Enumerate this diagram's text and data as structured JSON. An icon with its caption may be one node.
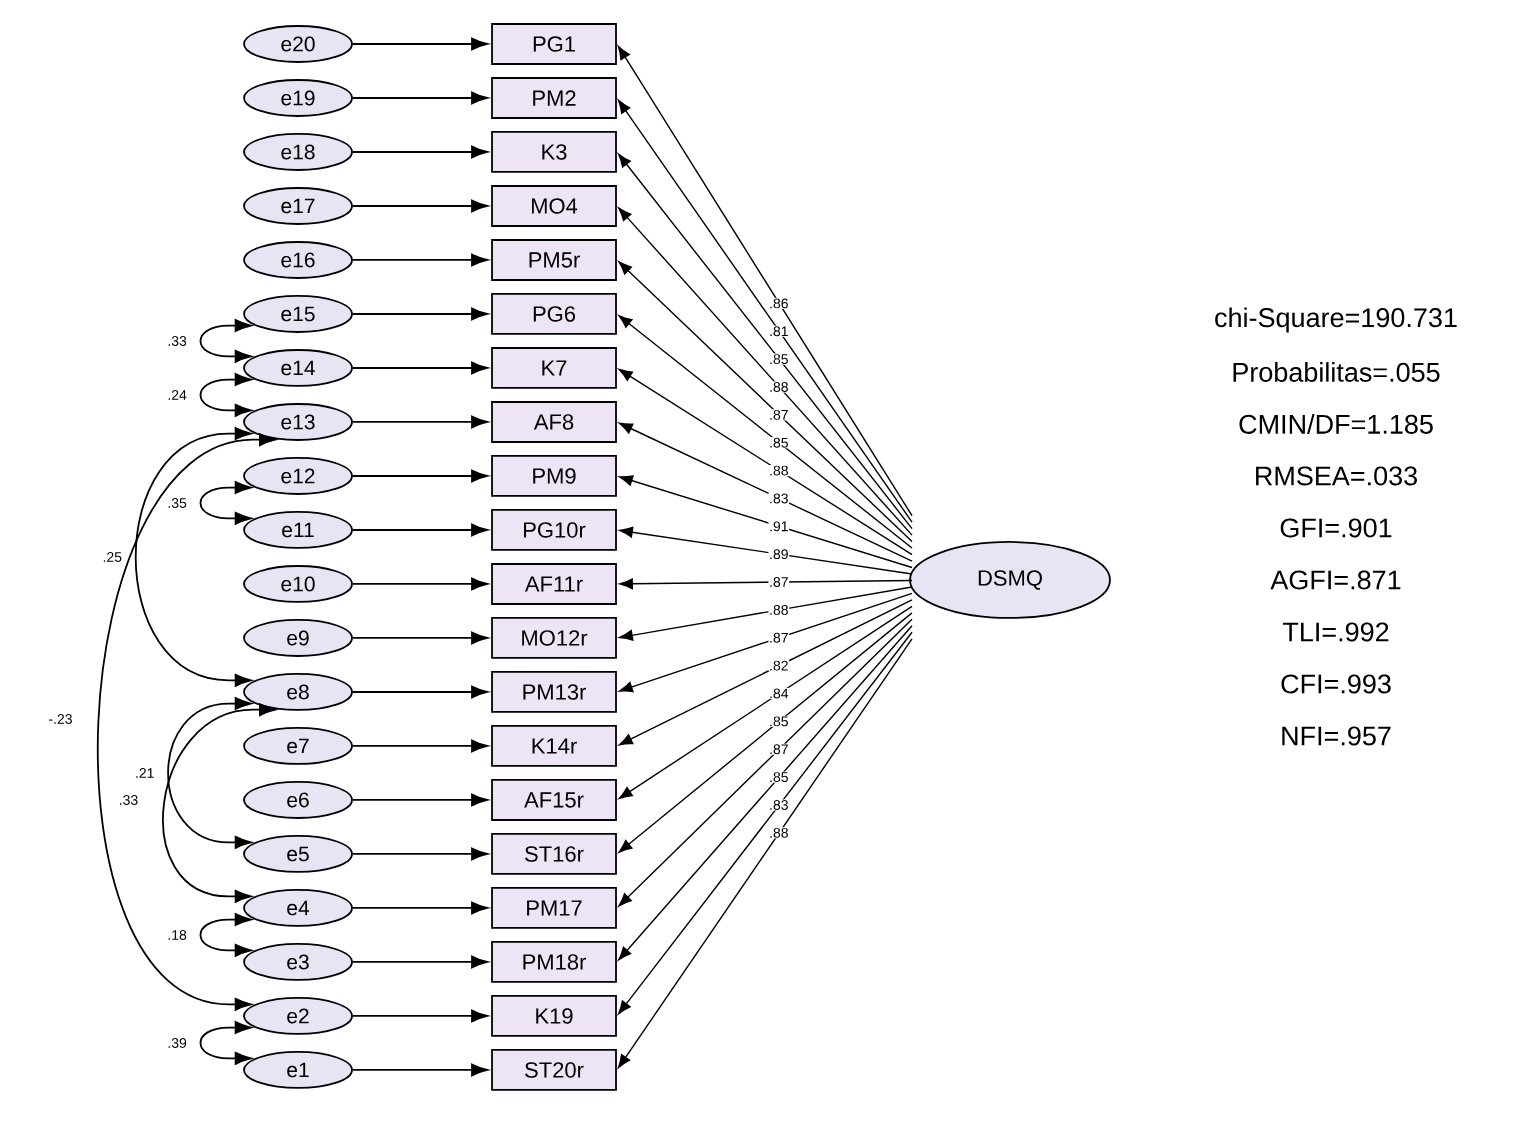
{
  "diagram": {
    "nodes": [
      {
        "text": [
          "PG1"
        ]
      },
      {
        "text": [
          "PM2"
        ]
      },
      {
        "text": [
          "K3"
        ]
      },
      {
        "text": [
          "MO4"
        ]
      },
      {
        "text": [
          "PM5r"
        ]
      },
      {
        "text": [
          "PG6"
        ]
      },
      {
        "text": [
          "K7"
        ]
      },
      {
        "text": [
          "AF8"
        ]
      },
      {
        "text": [
          "PM9"
        ]
      },
      {
        "text": [
          "PG10r"
        ]
      },
      {
        "text": [
          "AF11r"
        ]
      },
      {
        "text": [
          "MO12r"
        ]
      },
      {
        "text": [
          "PM13r"
        ]
      },
      {
        "text": [
          "K14r"
        ]
      },
      {
        "text": [
          "AF15r"
        ]
      },
      {
        "text": [
          "ST16r"
        ]
      },
      {
        "text": [
          "PM17"
        ]
      },
      {
        "text": [
          "PM18r"
        ]
      },
      {
        "text": [
          "K19"
        ]
      },
      {
        "text": [
          "ST20r"
        ]
      },
      {
        "text": [
          "e20"
        ]
      },
      {
        "text": [
          "e19"
        ]
      },
      {
        "text": [
          "e18"
        ]
      },
      {
        "text": [
          "e17"
        ]
      },
      {
        "text": [
          "e16"
        ]
      },
      {
        "text": [
          "e15"
        ]
      },
      {
        "text": [
          "e14"
        ]
      },
      {
        "text": [
          "e13"
        ]
      },
      {
        "text": [
          "e12"
        ]
      },
      {
        "text": [
          "e11"
        ]
      },
      {
        "text": [
          "e10"
        ]
      },
      {
        "text": [
          "e9"
        ]
      },
      {
        "text": [
          "e8"
        ]
      },
      {
        "text": [
          "e7"
        ]
      },
      {
        "text": [
          "e6"
        ]
      },
      {
        "text": [
          "e5"
        ]
      },
      {
        "text": [
          "e4"
        ]
      },
      {
        "text": [
          "e3"
        ]
      },
      {
        "text": [
          "e2"
        ]
      },
      {
        "text": [
          "e1"
        ]
      },
      {
        "text": [
          "DSMQ"
        ]
      }
    ],
    "edges": [
      {
        "from": 20,
        "to": 0,
        "arrow": "to"
      },
      {
        "from": 21,
        "to": 1,
        "arrow": "to"
      },
      {
        "from": 22,
        "to": 2,
        "arrow": "to"
      },
      {
        "from": 23,
        "to": 3,
        "arrow": "to"
      },
      {
        "from": 24,
        "to": 4,
        "arrow": "to"
      },
      {
        "from": 25,
        "to": 5,
        "arrow": "to"
      },
      {
        "from": 26,
        "to": 6,
        "arrow": "to"
      },
      {
        "from": 27,
        "to": 7,
        "arrow": "to"
      },
      {
        "from": 28,
        "to": 8,
        "arrow": "to"
      },
      {
        "from": 29,
        "to": 9,
        "arrow": "to"
      },
      {
        "from": 30,
        "to": 10,
        "arrow": "to"
      },
      {
        "from": 31,
        "to": 11,
        "arrow": "to"
      },
      {
        "from": 32,
        "to": 12,
        "arrow": "to"
      },
      {
        "from": 33,
        "to": 13,
        "arrow": "to"
      },
      {
        "from": 34,
        "to": 14,
        "arrow": "to"
      },
      {
        "from": 35,
        "to": 15,
        "arrow": "to"
      },
      {
        "from": 36,
        "to": 16,
        "arrow": "to"
      },
      {
        "from": 37,
        "to": 17,
        "arrow": "to"
      },
      {
        "from": 38,
        "to": 18,
        "arrow": "to"
      },
      {
        "from": 39,
        "to": 19,
        "arrow": "to"
      },
      {
        "from": 40,
        "to": 0,
        "arrow": "to",
        "label": ".86"
      },
      {
        "from": 40,
        "to": 1,
        "arrow": "to",
        "label": ".81"
      },
      {
        "from": 40,
        "to": 2,
        "arrow": "to",
        "label": ".85"
      },
      {
        "from": 40,
        "to": 3,
        "arrow": "to",
        "label": ".88"
      },
      {
        "from": 40,
        "to": 4,
        "arrow": "to",
        "label": ".87"
      },
      {
        "from": 40,
        "to": 5,
        "arrow": "to",
        "label": ".85"
      },
      {
        "from": 40,
        "to": 6,
        "arrow": "to",
        "label": ".88"
      },
      {
        "from": 40,
        "to": 7,
        "arrow": "to",
        "label": ".83"
      },
      {
        "from": 40,
        "to": 8,
        "arrow": "to",
        "label": ".91"
      },
      {
        "from": 40,
        "to": 9,
        "arrow": "to",
        "label": ".89"
      },
      {
        "from": 40,
        "to": 10,
        "arrow": "to",
        "label": ".87"
      },
      {
        "from": 40,
        "to": 11,
        "arrow": "to",
        "label": ".88"
      },
      {
        "from": 40,
        "to": 12,
        "arrow": "to",
        "label": ".87"
      },
      {
        "from": 40,
        "to": 13,
        "arrow": "to",
        "label": ".82"
      },
      {
        "from": 40,
        "to": 14,
        "arrow": "to",
        "label": ".84"
      },
      {
        "from": 40,
        "to": 15,
        "arrow": "to",
        "label": ".85"
      },
      {
        "from": 40,
        "to": 16,
        "arrow": "to",
        "label": ".87"
      },
      {
        "from": 40,
        "to": 17,
        "arrow": "to",
        "label": ".85"
      },
      {
        "from": 40,
        "to": 18,
        "arrow": "to",
        "label": ".83"
      },
      {
        "from": 40,
        "to": 19,
        "arrow": "to",
        "label": ".88"
      },
      {
        "from": 25,
        "to": 26,
        "arrow": "both",
        "label": ".33"
      },
      {
        "from": 26,
        "to": 27,
        "arrow": "both",
        "label": ".24"
      },
      {
        "from": 28,
        "to": 29,
        "arrow": "both",
        "label": ".35"
      },
      {
        "from": 27,
        "to": 32,
        "arrow": "both",
        "label": ".25"
      },
      {
        "from": 27,
        "to": 38,
        "arrow": "both",
        "label": "-.23"
      },
      {
        "from": 32,
        "to": 35,
        "arrow": "both",
        "label": ".21"
      },
      {
        "from": 32,
        "to": 36,
        "arrow": "both",
        "label": ".33"
      },
      {
        "from": 36,
        "to": 37,
        "arrow": "both",
        "label": ".18"
      },
      {
        "from": 38,
        "to": 39,
        "arrow": "both",
        "label": ".39"
      }
    ],
    "labels": [
      "chi-Square=190.731",
      "Probabilitas=.055",
      "CMIN/DF=1.185",
      "RMSEA=.033",
      "GFI=.901",
      "AGFI=.871",
      "TLI=.992",
      "CFI=.993",
      "NFI=.957"
    ]
  }
}
